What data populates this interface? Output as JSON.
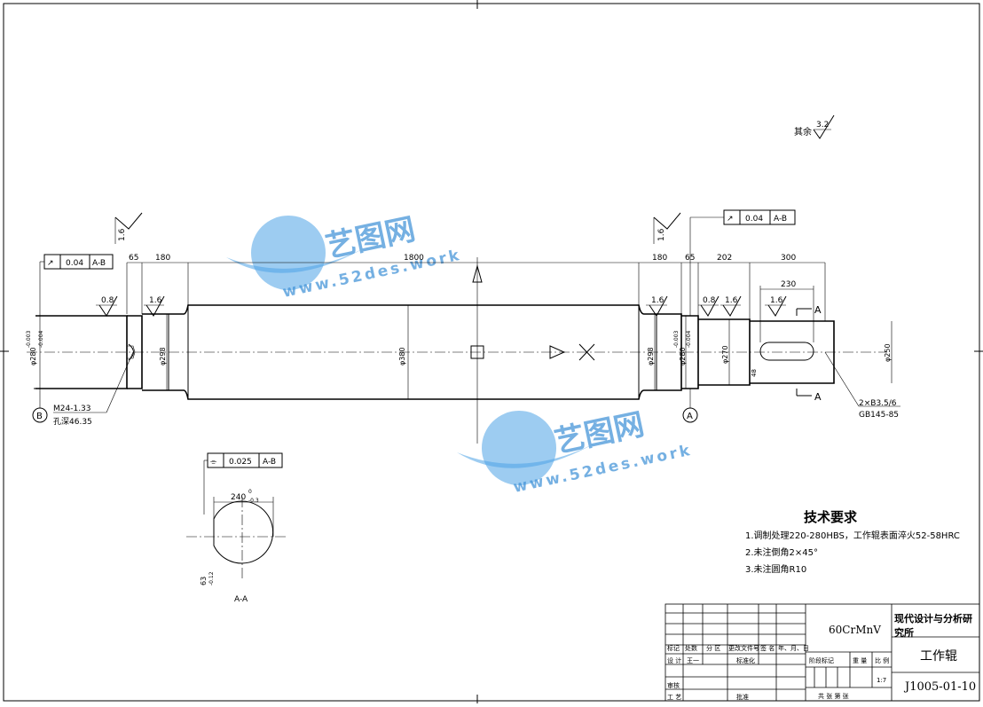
{
  "drawing": {
    "roughness_other": {
      "label": "其余",
      "value": "3.2"
    },
    "watermark": {
      "logo_text": "艺图网",
      "url_text": "www.52des.work"
    },
    "dimensions": {
      "d65_left": "65",
      "d180_left": "180",
      "d1800": "1800",
      "d180_right": "180",
      "d65_right": "65",
      "d202": "202",
      "d300": "300",
      "d230": "230",
      "phi280_left": "φ280",
      "phi280_tol_up": "-0.003",
      "phi280_tol_low": "-0.004",
      "phi298_left": "φ298",
      "phi380": "φ380",
      "phi298_right": "φ298",
      "phi280_right": "φ280",
      "phi270": "φ270",
      "phi250": "φ250",
      "dim_right_small": "48"
    },
    "roughness_marks": {
      "r16_top_left": "1.6",
      "r16_top_right": "1.6",
      "r08_left": "0.8",
      "r16_left": "1.6",
      "r16_right_a": "1.6",
      "r08_right": "0.8",
      "r16_right_b": "1.6",
      "r16_right_c": "1.6"
    },
    "tolerance_frames": {
      "left": {
        "symbol": "↗",
        "value": "0.04",
        "datum": "A-B"
      },
      "right": {
        "symbol": "↗",
        "value": "0.04",
        "datum": "A-B"
      },
      "section": {
        "symbol": "⌯",
        "value": "0.025",
        "datum": "A-B"
      }
    },
    "datums": {
      "b": "B",
      "a": "A"
    },
    "section_marks": {
      "top": "A",
      "bottom": "A"
    },
    "notes": {
      "thread": "M24-1.33",
      "hole_depth": "孔深46.35",
      "spline": "2×B3.5/6",
      "spline_std": "GB145-85"
    },
    "section": {
      "title": "A-A",
      "width_dim": "240",
      "width_tol_up": "0",
      "width_tol_low": "-0.3",
      "key_dim": "63",
      "key_tol": "-0.12"
    }
  },
  "requirements": {
    "title": "技术要求",
    "items": [
      "1.调制处理220-280HBS，工作辊表面淬火52-58HRC",
      "2.未注倒角2×45°",
      "3.未注圆角R10"
    ]
  },
  "title_block": {
    "material": "60CrMnV",
    "institute": "现代设计与分析研究所",
    "part_name": "工作辊",
    "drawing_no": "J1005-01-10",
    "scale": "1:7",
    "headers": {
      "mark": "标记",
      "count": "处数",
      "zone": "分 区",
      "doc": "更改文件号",
      "sign": "签 名",
      "date": "年、月、日",
      "design": "设 计",
      "designer": "王一",
      "standard": "标准化",
      "check": "审核",
      "process": "工 艺",
      "approve": "批准",
      "stage": "阶段标记",
      "weight": "重 量",
      "ratio": "比 例",
      "sheets": "共    张 第    张"
    }
  }
}
